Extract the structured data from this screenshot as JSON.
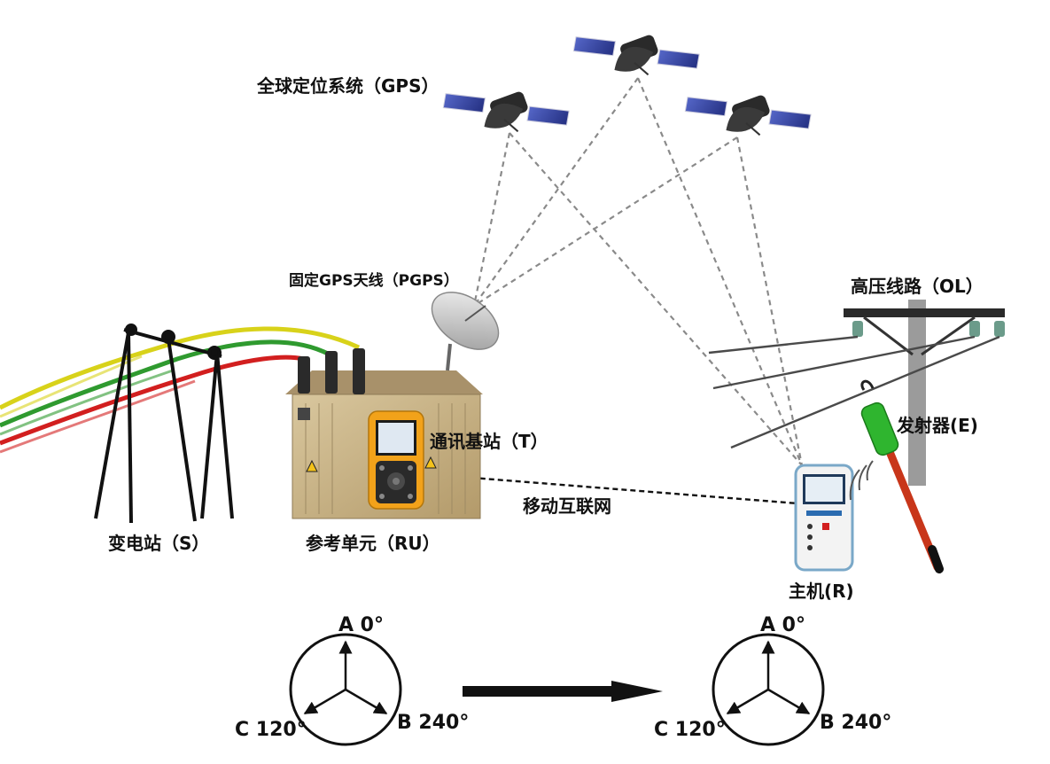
{
  "labels": {
    "gps_system": "全球定位系统（GPS）",
    "fixed_gps_antenna": "固定GPS天线（PGPS）",
    "high_voltage_line": "高压线路（OL）",
    "comm_base_station": "通讯基站（T）",
    "mobile_internet": "移动互联网",
    "transmitter": "发射器(E)",
    "substation": "变电站（S）",
    "reference_unit": "参考单元（RU）",
    "host_unit": "主机(R)"
  },
  "phasor_left": {
    "a": "A 0°",
    "b": "B 240°",
    "c": "C 120°"
  },
  "phasor_right": {
    "a": "A 0°",
    "b": "B 240°",
    "c": "C 120°"
  },
  "colors": {
    "line_yellow": "#d8d21a",
    "line_green": "#2f9a2f",
    "line_red": "#d21f1f",
    "cabinet": "#cbb58a",
    "device_orange": "#f2a21a",
    "transmitter_green": "#2fb52f",
    "rod_red": "#c8361a",
    "panel_blue": "#3b4aa8"
  },
  "icons": [
    "satellite-icon",
    "dish-antenna-icon",
    "transformer-cabinet-icon",
    "handheld-device-icon",
    "transmitter-icon",
    "power-pole-icon",
    "arrow-right-icon"
  ]
}
